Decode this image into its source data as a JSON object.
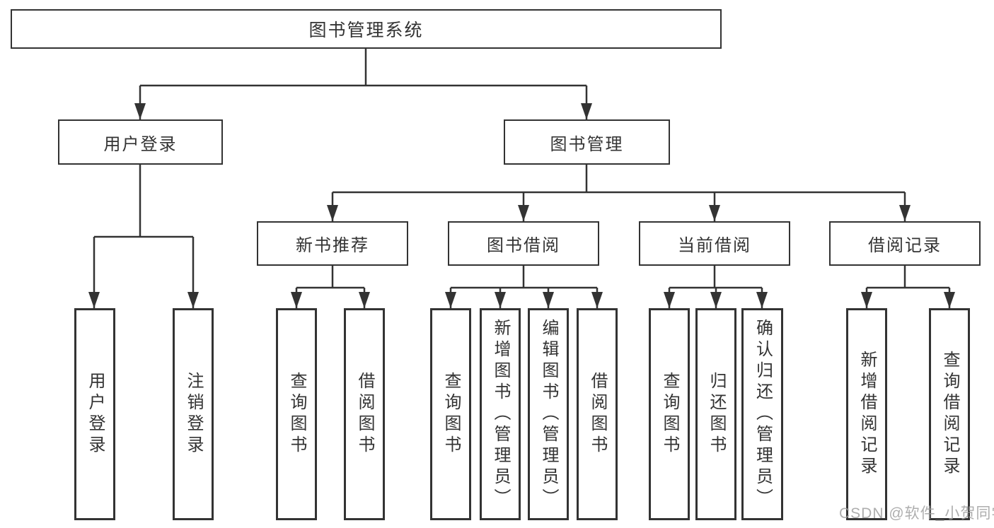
{
  "diagram": {
    "root": {
      "label": "图书管理系统"
    },
    "level2": [
      {
        "label": "用户登录"
      },
      {
        "label": "图书管理"
      }
    ],
    "level3": [
      {
        "label": "新书推荐"
      },
      {
        "label": "图书借阅"
      },
      {
        "label": "当前借阅"
      },
      {
        "label": "借阅记录"
      }
    ],
    "leaves": {
      "user_login": [
        {
          "label": "用户登录"
        },
        {
          "label": "注销登录"
        }
      ],
      "new_books": [
        {
          "label": "查询图书"
        },
        {
          "label": "借阅图书"
        }
      ],
      "book_borrow": [
        {
          "label": "查询图书"
        },
        {
          "label": "新增图书（管理员）"
        },
        {
          "label": "编辑图书（管理员）"
        },
        {
          "label": "借阅图书"
        }
      ],
      "current_borrow": [
        {
          "label": "查询图书"
        },
        {
          "label": "归还图书"
        },
        {
          "label": "确认归还（管理员）"
        }
      ],
      "borrow_records": [
        {
          "label": "新增借阅记录"
        },
        {
          "label": "查询借阅记录"
        }
      ]
    },
    "watermark": "CSDN @软件_小贺同学",
    "colors": {
      "line": "#333333",
      "text": "#333333",
      "watermark": "#a0a0a0",
      "background": "#ffffff"
    }
  }
}
